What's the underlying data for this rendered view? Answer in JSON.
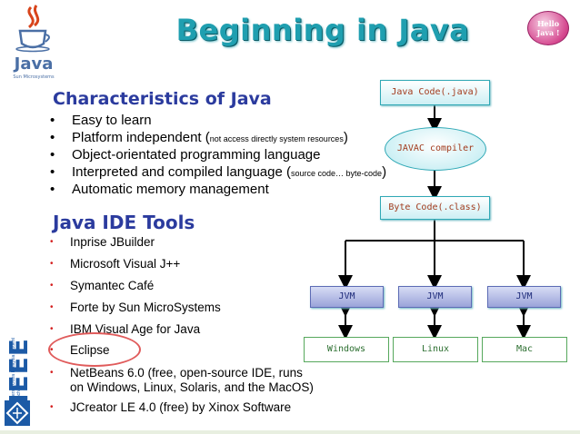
{
  "title": "Beginning in Java",
  "badge": {
    "line1": "Hello",
    "line2": "Java !"
  },
  "logo_text": {
    "name": "Java",
    "sub": "Sun Microsystems"
  },
  "ieee": {
    "label": "IEEE",
    "sub": "Universiti Utara Malaysia Student Branch"
  },
  "characteristics": {
    "heading": "Characteristics of Java",
    "items": [
      {
        "text": "Easy to learn",
        "note": "",
        "tail": ""
      },
      {
        "text": "Platform independent (",
        "note": "not access directly system resources",
        "tail": ")"
      },
      {
        "text": "Object-orientated programming language",
        "note": "",
        "tail": ""
      },
      {
        "text": "Interpreted and compiled language (",
        "note": "source code… byte-code",
        "tail": ")"
      },
      {
        "text": "Automatic memory management",
        "note": "",
        "tail": ""
      }
    ],
    "bullet": "•"
  },
  "ide_tools": {
    "heading": "Java IDE Tools",
    "items": [
      "Inprise JBuilder",
      "Microsoft Visual J++",
      "Symantec Café",
      "Forte by Sun MicroSystems",
      "IBM Visual Age for Java",
      "Eclipse",
      "NetBeans 6.0 (free, open-source IDE, runs",
      "on Windows, Linux, Solaris, and the MacOS)",
      "JCreator LE 4.0 (free) by Xinox Software"
    ],
    "bullet": "•"
  },
  "diagram": {
    "source": "Java Code(.java)",
    "compiler": "JAVAC compiler",
    "bytecode": "Byte Code(.class)",
    "jvms": [
      "JVM",
      "JVM",
      "JVM"
    ],
    "platforms": [
      "Windows",
      "Linux",
      "Mac"
    ]
  },
  "colors": {
    "title": "#1f9fb0",
    "heading": "#2b3b9e",
    "box_text": "#a23a1c",
    "highlight_ring": "#e05b5b"
  }
}
